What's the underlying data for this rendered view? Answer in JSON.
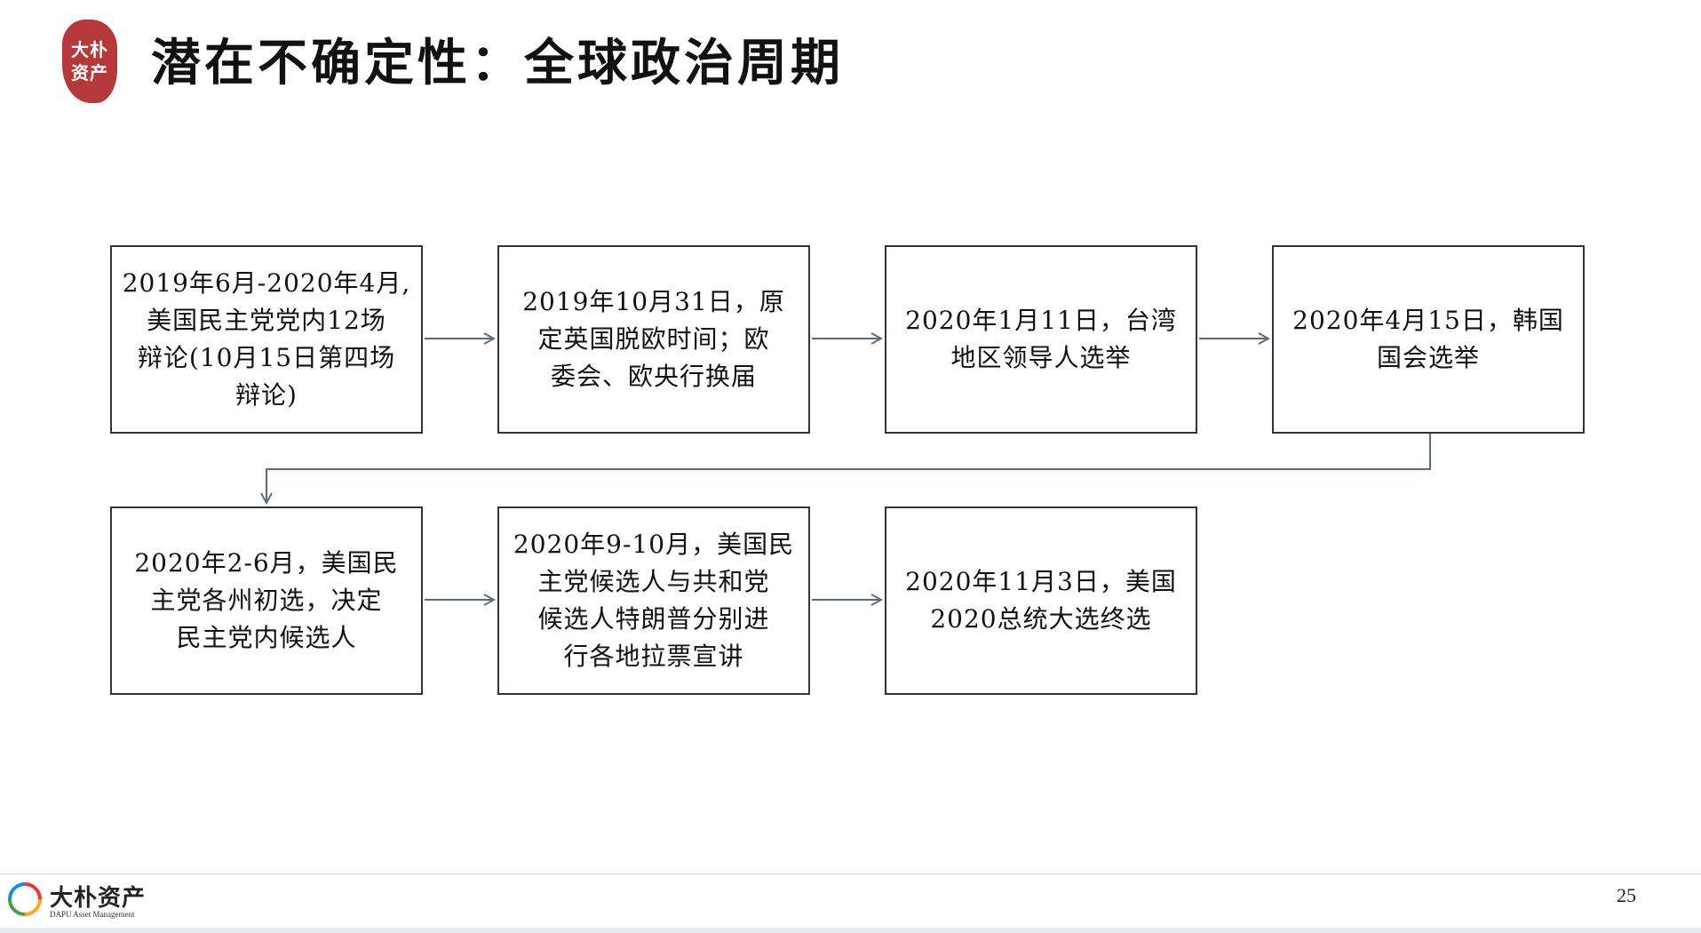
{
  "header": {
    "seal_lines": [
      "大朴",
      "资产"
    ],
    "title": "潜在不确定性：全球政治周期"
  },
  "timeline": {
    "row1": [
      {
        "lines": [
          "2019年6月-2020年4月,",
          "美国民主党党内12场",
          "辩论(10月15日第四场",
          "辩论)"
        ]
      },
      {
        "lines": [
          "2019年10月31日，原",
          "定英国脱欧时间；欧",
          "委会、欧央行换届"
        ]
      },
      {
        "lines": [
          "2020年1月11日，台湾",
          "地区领导人选举"
        ]
      },
      {
        "lines": [
          "2020年4月15日，韩国",
          "国会选举"
        ]
      }
    ],
    "row2": [
      {
        "lines": [
          "2020年2-6月，美国民",
          "主党各州初选，决定",
          "民主党内候选人"
        ]
      },
      {
        "lines": [
          "2020年9-10月，美国民",
          "主党候选人与共和党",
          "候选人特朗普分别进",
          "行各地拉票宣讲"
        ]
      },
      {
        "lines": [
          "2020年11月3日，美国",
          "2020总统大选终选"
        ]
      }
    ]
  },
  "footer": {
    "logo_name": "大朴资产",
    "logo_subtitle": "DAPU Asset Management",
    "page_number": "25"
  },
  "colors": {
    "seal_red": "#b5383a",
    "connector": "#5b6b7f",
    "box_border": "#2b3440"
  }
}
